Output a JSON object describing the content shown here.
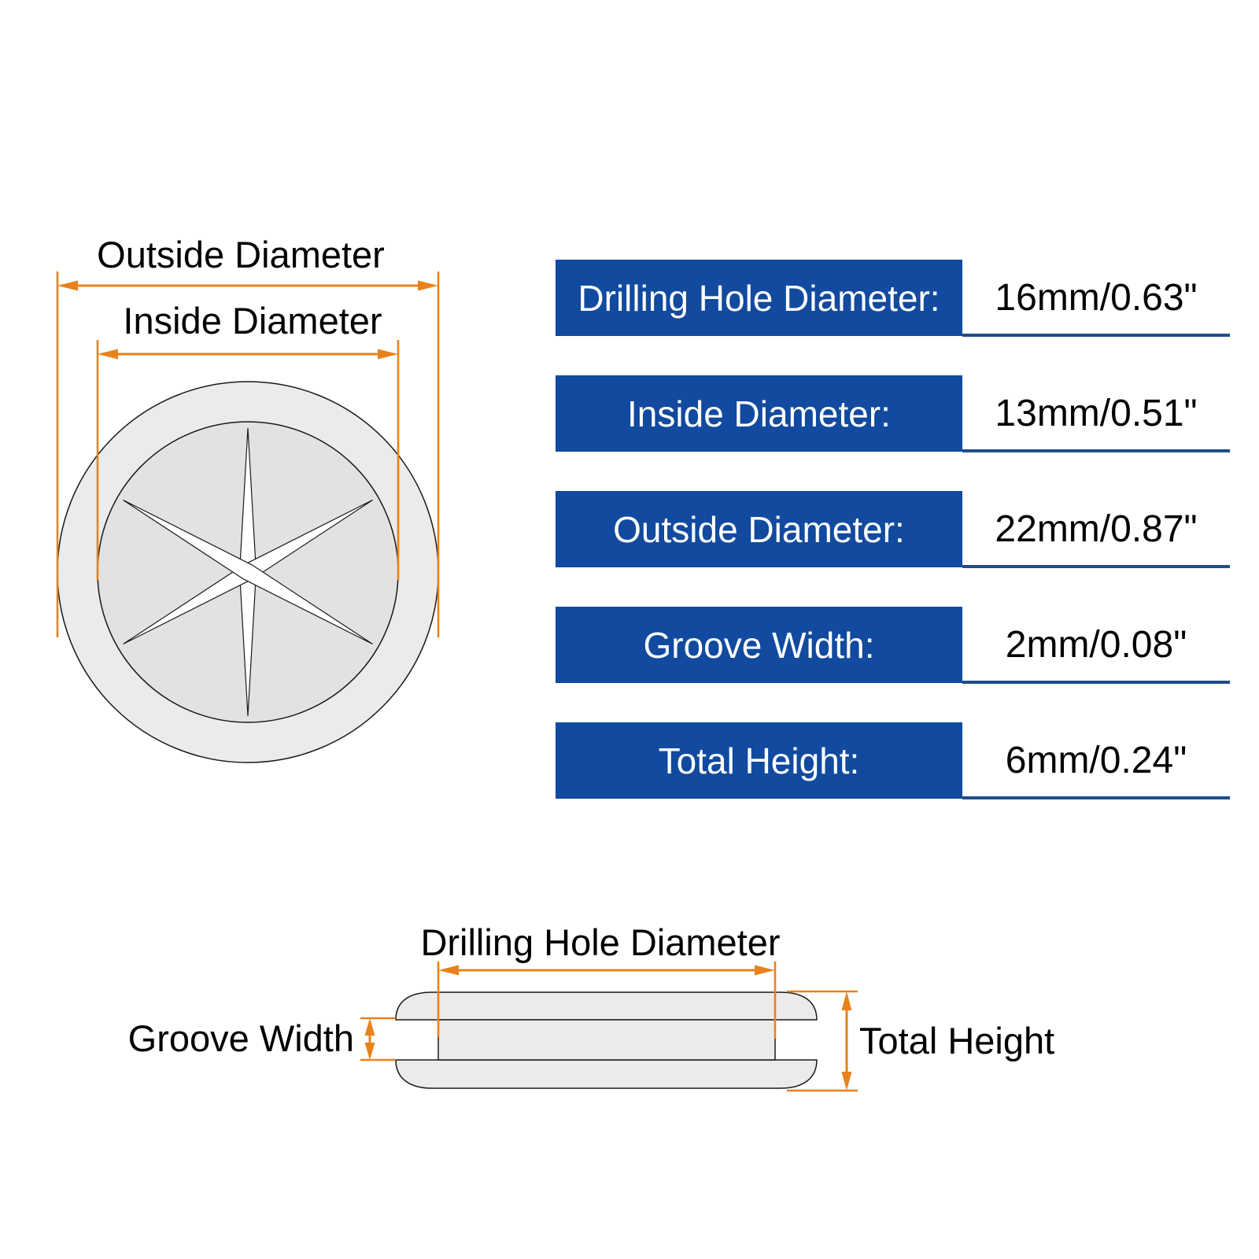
{
  "colors": {
    "accent_orange": "#E8821C",
    "bar_blue": "#114A9E",
    "underline_navy": "#1D4E8C",
    "shape_fill_light": "#EBEBEB",
    "shape_fill_mid": "#E2E2E2",
    "outline_ink": "#1A1A1A"
  },
  "top_view": {
    "outside_diameter_label": "Outside Diameter",
    "inside_diameter_label": "Inside Diameter"
  },
  "side_view": {
    "drilling_hole_diameter_label": "Drilling Hole Diameter",
    "groove_width_label": "Groove Width",
    "total_height_label": "Total Height"
  },
  "spec_table": {
    "rows": [
      {
        "label": "Drilling Hole Diameter:",
        "value": "16mm/0.63\""
      },
      {
        "label": "Inside Diameter:",
        "value": "13mm/0.51\""
      },
      {
        "label": "Outside Diameter:",
        "value": "22mm/0.87\""
      },
      {
        "label": "Groove Width:",
        "value": "2mm/0.08\""
      },
      {
        "label": "Total Height:",
        "value": "6mm/0.24\""
      }
    ]
  }
}
